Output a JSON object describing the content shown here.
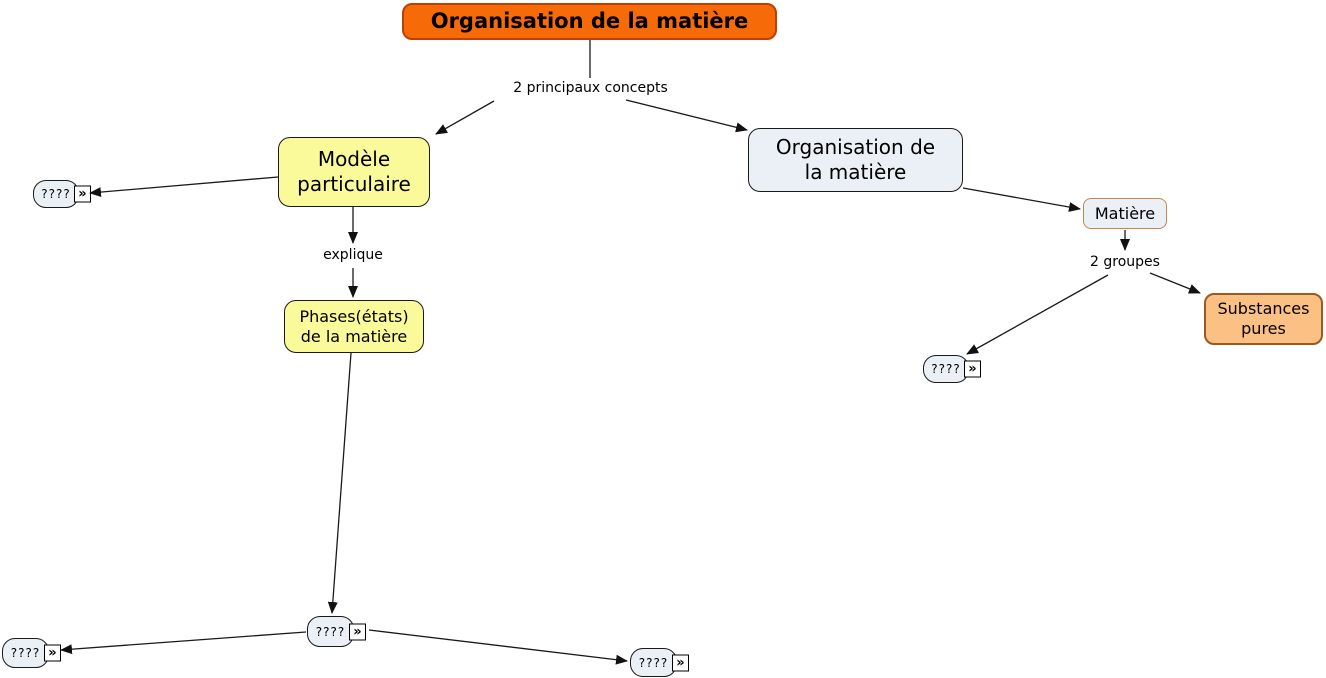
{
  "colors": {
    "root_fill": "#F76A08",
    "root_border": "#BE3F00",
    "yellow_fill": "#FAFA9B",
    "bluegray_fill": "#EAF0F5",
    "matiere_border": "#C5854F",
    "peach_fill": "#FBC084",
    "peach_border": "#9C5A1E",
    "node_border": "#1A1A1A",
    "line_color": "#1A1A1A"
  },
  "nodes": {
    "root": {
      "label": "Organisation de la matière"
    },
    "modele": {
      "line1": "Modèle",
      "line2": "particulaire"
    },
    "phases": {
      "line1": "Phases(états)",
      "line2": "de la matière"
    },
    "organisation": {
      "line1": "Organisation de",
      "line2": "la matière"
    },
    "matiere": {
      "label": "Matière"
    },
    "substances": {
      "line1": "Substances",
      "line2": "pures"
    },
    "unknown_left": {
      "label": "????"
    },
    "unknown_right": {
      "label": "????"
    },
    "unknown_center": {
      "label": "????"
    },
    "unknown_bottom_left": {
      "label": "????"
    },
    "unknown_bottom_right": {
      "label": "????"
    }
  },
  "link_labels": {
    "principaux": "2 principaux concepts",
    "explique": "explique",
    "groupes": "2 groupes"
  },
  "icons": {
    "expand_glyph": "»"
  }
}
